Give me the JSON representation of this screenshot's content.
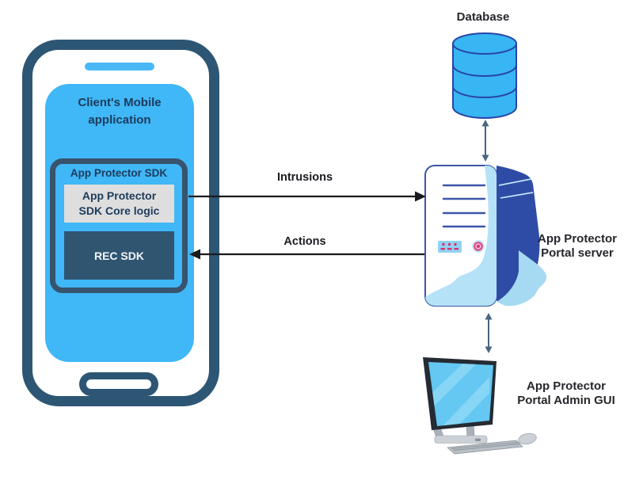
{
  "phone": {
    "app_line1": "Client's",
    "app_line2": "Mobile application",
    "sdk_title": "App Protector SDK",
    "core_line1": "App Protector",
    "core_line2": "SDK Core logic",
    "rec_label": "REC SDK"
  },
  "flows": {
    "intrusions": "Intrusions",
    "actions": "Actions"
  },
  "database": {
    "label": "Database"
  },
  "server": {
    "label_line1": "App Protector",
    "label_line2": "Portal server"
  },
  "admin_gui": {
    "label_line1": "App Protector",
    "label_line2": "Portal Admin GUI"
  },
  "icons": {
    "phone": "mobile-phone-icon",
    "database": "database-cylinder-icon",
    "server": "server-tower-icon",
    "admin_gui": "desktop-computer-icon",
    "intrusions": "right-arrow-icon",
    "actions": "left-arrow-icon",
    "db_link": "double-headed-vertical-arrow-icon",
    "gui_link": "double-headed-vertical-arrow-icon"
  },
  "colors": {
    "screen_blue": "#40b7f6",
    "phone_border": "#2d5674",
    "sdk_border": "#37536d",
    "rec_fill": "#305571",
    "core_fill": "#dedede",
    "navy_text": "#1c3b5c",
    "server_outline": "#3b55a8",
    "server_side": "#2e4ca5",
    "server_highlight": "#b5e2f7",
    "db_fill": "#38b5f3",
    "db_stroke": "#2746a8",
    "accent_pink": "#d6336c",
    "arrow_black": "#1a1a1e",
    "connector_slate": "#4a6580",
    "label_text": "#26262c"
  }
}
